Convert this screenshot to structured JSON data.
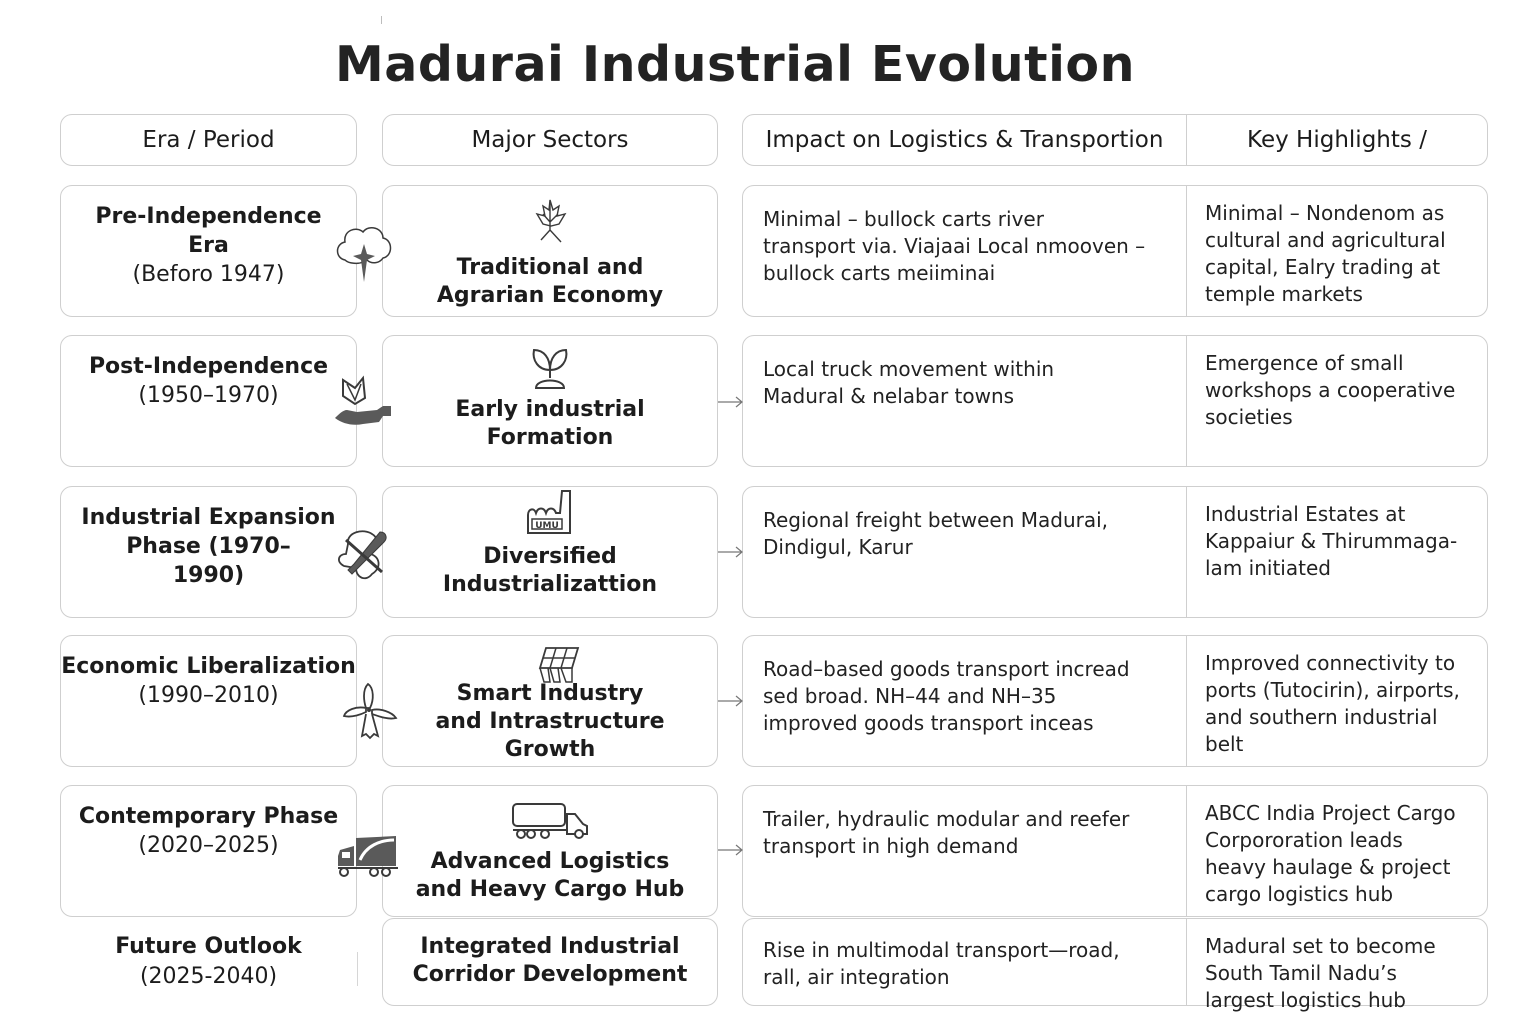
{
  "title": "Madurai Industrial Evolution",
  "headers": {
    "era": "Era / Period",
    "sectors": "Major Sectors",
    "impact": "Impact on Logistics & Transportion",
    "highlights": "Key Highlights /"
  },
  "rows": [
    {
      "era_name": "Pre-Independence\nEra",
      "era_years": "(Beforo 1947)",
      "era_icon": "cotton-boll-icon",
      "sector": "Traditional and\nAgrarian Economy",
      "sector_icon": "leaf-plant-icon",
      "impact": "Minimal – bullock carts river\ntransport via. Viajaai  Local nmooven –\nbullock carts meiiminai",
      "highlight": "Minimal – Nondenom as\ncultural and agricultural\ncapital, Ealry trading at\ntemple markets"
    },
    {
      "era_name": "Post-Independence",
      "era_years": "(1950–1970)",
      "era_icon": "hand-sprout-icon",
      "sector": "Early industrial\nFormation",
      "sector_icon": "sprout-icon",
      "impact": "Local truck movement within\nMadural & nelabar towns",
      "highlight": "Emergence of small\nworkshops a cooperative\nsocieties"
    },
    {
      "era_name": "Industrial Expansion\nPhase (1970–\n1990)",
      "era_years": "",
      "era_icon": "tools-icon",
      "sector": "Diversified\nIndustrializattion",
      "sector_icon": "factory-icon",
      "impact": "Regional freight between Madurai,\nDindigul, Karur",
      "highlight": "Industrial Estates at\nKappaiur & Thirummaga-\nlam initiated"
    },
    {
      "era_name": "Economic Liberalization",
      "era_years": "(1990–2010)",
      "era_icon": "wind-turbine-icon",
      "sector": "Smart Industry\nand Intrastructure\nGrowth",
      "sector_icon": "solar-panel-icon",
      "impact": "Road–based goods transport incread\nsed broad. NH–44 and NH–35\nimproved goods transport inceas",
      "highlight": "Improved connectivity to\nports (Tutocirin), airports,\nand southern industrial\nbelt"
    },
    {
      "era_name": "Contemporary Phase",
      "era_years": "(2020–2025)",
      "era_icon": "cargo-truck-icon",
      "sector": "Advanced Logistics\nand Heavy Cargo Hub",
      "sector_icon": "trailer-truck-icon",
      "impact": "Trailer, hydraulic modular and reefer\ntransport in high demand",
      "highlight": "ABCC India Project Cargo\nCorpororation leads\nheavy haulage & project\ncargo logistics hub"
    },
    {
      "era_name": "Future Outlook",
      "era_years": "(2025-2040)",
      "sector": "Integrated Industrial\nCorridor Development",
      "impact": "Rise in multimodal transport—road,\nrall, air integration",
      "highlight": "Madural set to become\nSouth Tamil Nadu’s\nlargest logistics hub"
    }
  ],
  "colors": {
    "border": "#cfcfcf",
    "text": "#1c1c1c",
    "icon_fill": "#5a5a5a"
  }
}
